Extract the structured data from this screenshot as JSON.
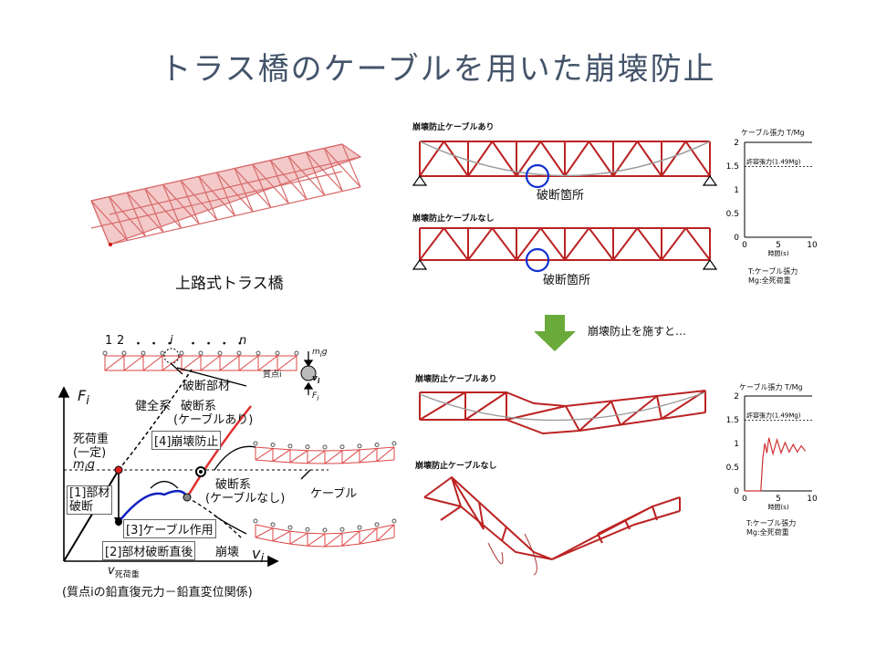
{
  "slide": {
    "title": "トラス橋のケーブルを用いた崩壊防止",
    "bridge_caption": "上路式トラス橋",
    "arrow_caption": "崩壊防止を施すと…"
  },
  "top_panel": {
    "with_cable_label": "崩壊防止ケーブルあり",
    "without_cable_label": "崩壊防止ケーブルなし",
    "break_label_1": "破断箇所",
    "break_label_2": "破断箇所"
  },
  "top_chart": {
    "title": "ケーブル張力 T/Mg",
    "yticks": [
      "2",
      "1.5",
      "1",
      "0.5",
      "0"
    ],
    "xticks": [
      "0",
      "5",
      "10"
    ],
    "xlabel": "時間(s)",
    "allowable_label": "許容張力(1.49Mg)",
    "note_line1": "T:ケーブル張力",
    "note_line2": "Mg:全死荷重"
  },
  "bottom_panel": {
    "with_cable_label": "崩壊防止ケーブルあり",
    "without_cable_label": "崩壊防止ケーブルなし"
  },
  "bottom_chart": {
    "title": "ケーブル張力 T/Mg",
    "yticks": [
      "2",
      "1.5",
      "1",
      "0.5",
      "0"
    ],
    "xticks": [
      "0",
      "5",
      "10"
    ],
    "xlabel": "時間(s)",
    "allowable_label": "許容張力(1.49Mg)",
    "note_line1": "T:ケーブル張力",
    "note_line2": "Mg:全死荷重"
  },
  "chart_data": [
    {
      "type": "line",
      "title": "ケーブル張力 T/Mg",
      "xlabel": "時間(s)",
      "ylabel": "",
      "xlim": [
        0,
        10
      ],
      "ylim": [
        0,
        2
      ],
      "series": [],
      "annotations": [
        {
          "text": "許容張力(1.49Mg)",
          "y": 1.49
        }
      ]
    },
    {
      "type": "line",
      "title": "ケーブル張力 T/Mg",
      "xlabel": "時間(s)",
      "ylabel": "",
      "xlim": [
        0,
        10
      ],
      "ylim": [
        0,
        2
      ],
      "series": [
        {
          "x": [
            0,
            2.4,
            2.7,
            3.0,
            3.3,
            3.6,
            4.2,
            4.8,
            5.4,
            6.0,
            6.6,
            7.2,
            7.8,
            8.4,
            9.0
          ],
          "values": [
            0,
            0,
            0.7,
            1.0,
            0.8,
            1.12,
            0.78,
            1.08,
            0.8,
            1.02,
            0.82,
            0.98,
            0.82,
            0.95,
            0.84
          ]
        }
      ],
      "annotations": [
        {
          "text": "許容張力(1.49Mg)",
          "y": 1.49
        }
      ]
    }
  ],
  "diagram": {
    "node_labels": [
      "1",
      "2",
      "・ ・ ・",
      "i",
      "・ ・ ・ ・",
      "n"
    ],
    "load_label": "m",
    "load_subscript": "i",
    "load_suffix": "g",
    "mass_point_label": "質点i",
    "disp_label": "v",
    "disp_subscript": "i",
    "force_label": "F",
    "force_subscript": "i",
    "broken_member": "破断部材",
    "y_axis_label": "F",
    "y_axis_subscript": "i",
    "x_axis_label": "v",
    "x_axis_subscript": "i",
    "healthy_system": "健全系",
    "fracture_system_with_cable": "破断系",
    "fracture_system_with_cable_2": "(ケーブルあり)",
    "dead_load_1": "死荷重",
    "dead_load_2": "(一定)",
    "dead_load_value": "m",
    "dead_load_value_sub": "i",
    "dead_load_value_suffix": "g",
    "step1_line1": "[1]部材",
    "step1_line2": "破断",
    "step2": "[2]部材破断直後",
    "step3": "[3]ケーブル作用",
    "step4": "[4]崩壊防止",
    "fracture_system_no_cable": "破断系",
    "fracture_system_no_cable_2": "(ケーブルなし)",
    "cable_label": "ケーブル",
    "collapse_label": "崩壊",
    "v_dead": "v",
    "v_dead_sub": "死荷重",
    "caption": "(質点iの鉛直復元力－鉛直変位関係)"
  }
}
